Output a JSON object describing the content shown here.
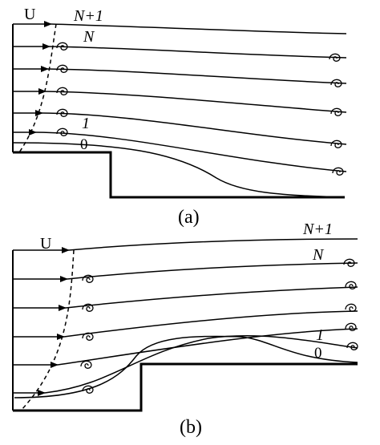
{
  "panel_a": {
    "caption": "(a)",
    "velocity_label": "U",
    "streamline_labels": {
      "top": "N+1",
      "upper": "N",
      "lower": "1",
      "wall": "0"
    }
  },
  "panel_b": {
    "caption": "(b)",
    "velocity_label": "U",
    "streamline_labels": {
      "top": "N+1",
      "upper": "N",
      "lower": "1",
      "wall": "0"
    }
  },
  "icons": {
    "eddy_marker": "curl-eddy-icon",
    "flow_arrow": "arrowhead-icon"
  }
}
